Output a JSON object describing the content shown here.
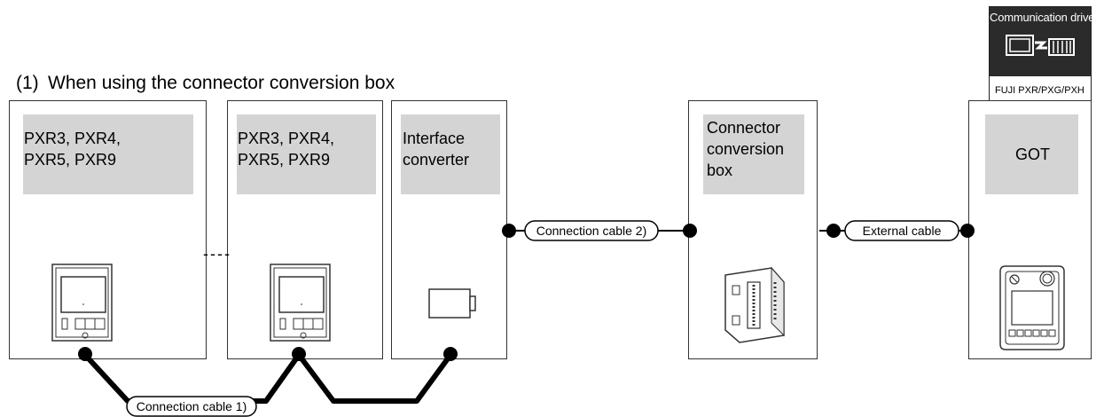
{
  "driver_badge": {
    "title": "Communication driver",
    "label": "FUJI PXR/PXG/PXH",
    "icon": "communication-driver-icon"
  },
  "heading": {
    "number": "(1)",
    "text": "When using the connector conversion box"
  },
  "devices": {
    "controller_1": {
      "label": "PXR3, PXR4,\nPXR5, PXR9",
      "icon": "temperature-controller-icon"
    },
    "controller_2": {
      "label": "PXR3, PXR4,\nPXR5, PXR9",
      "icon": "temperature-controller-icon"
    },
    "interface_converter": {
      "label": "Interface\nconverter",
      "icon": "interface-converter-icon"
    },
    "connector_box": {
      "label": "Connector\nconversion\nbox",
      "icon": "connector-conversion-box-icon"
    },
    "got": {
      "label": "GOT",
      "icon": "got-terminal-icon"
    }
  },
  "ellipsis": "----",
  "cables": {
    "cable_1": "Connection cable 1)",
    "cable_2": "Connection cable 2)",
    "external": "External cable"
  },
  "colors": {
    "label_background": "#d4d4d4",
    "badge_header": "#2b2b2b",
    "line": "#000000"
  }
}
